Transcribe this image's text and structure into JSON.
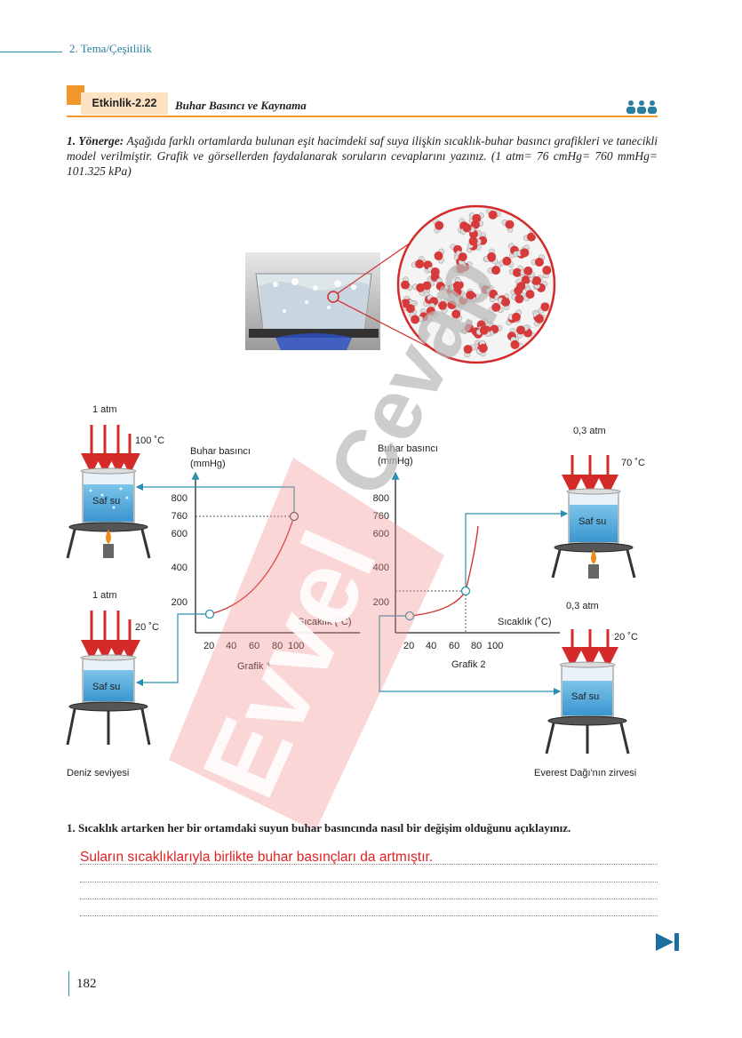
{
  "header": {
    "theme": "2. Tema/Çeşitlilik"
  },
  "activity": {
    "badge": "Etkinlik-2.22",
    "title": "Buhar Basıncı ve Kaynama"
  },
  "instruction": {
    "lead": "1. Yönerge:",
    "text": "Aşağıda farklı ortamlarda bulunan eşit hacimdeki saf suya ilişkin sıcaklık-buhar basıncı grafikleri ve tanecikli model verilmiştir. Grafik ve görsellerden faydalanarak soruların cevaplarını yazınız. (1 atm= 76 cmHg= 760 mmHg= 101.325 kPa)"
  },
  "watermark": {
    "text1": "Evvel",
    "text2": "Cevap"
  },
  "left_setup": {
    "top": {
      "pressure": "1 atm",
      "temp": "100 ˚C",
      "label": "Saf su"
    },
    "bottom": {
      "pressure": "1 atm",
      "temp": "20 ˚C",
      "label": "Saf su"
    },
    "caption": "Deniz seviyesi"
  },
  "right_setup": {
    "top": {
      "pressure": "0,3 atm",
      "temp": "70 ˚C",
      "label": "Saf su"
    },
    "bottom": {
      "pressure": "0,3 atm",
      "temp": "20 ˚C",
      "label": "Saf su"
    },
    "caption": "Everest Dağı'nın zirvesi"
  },
  "graph1": {
    "ylabel1": "Buhar basıncı",
    "ylabel2": "(mmHg)",
    "xlabel": "Sıcaklık (˚C)",
    "caption": "Grafik 1",
    "yticks": [
      "800",
      "760",
      "600",
      "400",
      "200"
    ],
    "xticks": [
      "20",
      "40",
      "60",
      "80",
      "100"
    ]
  },
  "graph2": {
    "ylabel1": "Buhar basıncı",
    "ylabel2": "(mmHg)",
    "xlabel": "Sıcaklık (˚C)",
    "caption": "Grafik 2",
    "yticks": [
      "800",
      "760",
      "600",
      "400",
      "200"
    ],
    "xticks": [
      "20",
      "40",
      "60",
      "80",
      "100"
    ]
  },
  "question": {
    "text": "1. Sıcaklık artarken her bir ortamdaki suyun buhar basıncında nasıl bir değişim olduğunu açıklayınız.",
    "answer": "Suların sıcaklıklarıyla birlikte buhar basınçları da artmıştır."
  },
  "footer": {
    "page": "182"
  },
  "colors": {
    "accent": "#f0962a",
    "teal": "#2a8fb0",
    "arrow_red": "#d42a2a",
    "answer_red": "#e02020",
    "water": "#4aa8d8"
  }
}
